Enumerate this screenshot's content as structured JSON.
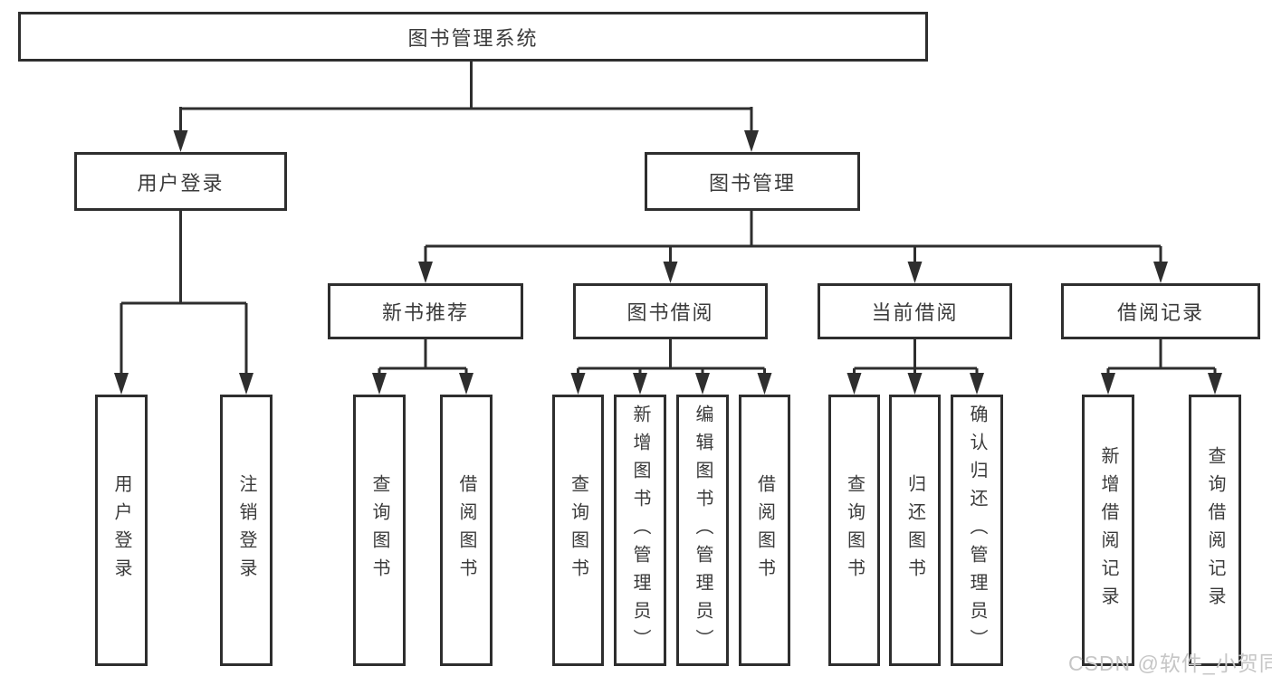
{
  "diagram_title": "图书管理系统",
  "watermark": "CSDN @软件_小贺同学",
  "colors": {
    "line": "#2e2e2e",
    "text": "#3b3b3b",
    "watermark": "#c6c6c6",
    "background": "#ffffff"
  },
  "tree": {
    "root": "图书管理系统",
    "children": [
      {
        "label": "用户登录",
        "children": [
          {
            "label": "用户登录"
          },
          {
            "label": "注销登录"
          }
        ]
      },
      {
        "label": "图书管理",
        "children": [
          {
            "label": "新书推荐",
            "children": [
              {
                "label": "查询图书"
              },
              {
                "label": "借阅图书"
              }
            ]
          },
          {
            "label": "图书借阅",
            "children": [
              {
                "label": "查询图书"
              },
              {
                "label": "新增图书（管理员）"
              },
              {
                "label": "编辑图书（管理员）"
              },
              {
                "label": "借阅图书"
              }
            ]
          },
          {
            "label": "当前借阅",
            "children": [
              {
                "label": "查询图书"
              },
              {
                "label": "归还图书"
              },
              {
                "label": "确认归还（管理员）"
              }
            ]
          },
          {
            "label": "借阅记录",
            "children": [
              {
                "label": "新增借阅记录"
              },
              {
                "label": "查询借阅记录"
              }
            ]
          }
        ]
      }
    ]
  }
}
